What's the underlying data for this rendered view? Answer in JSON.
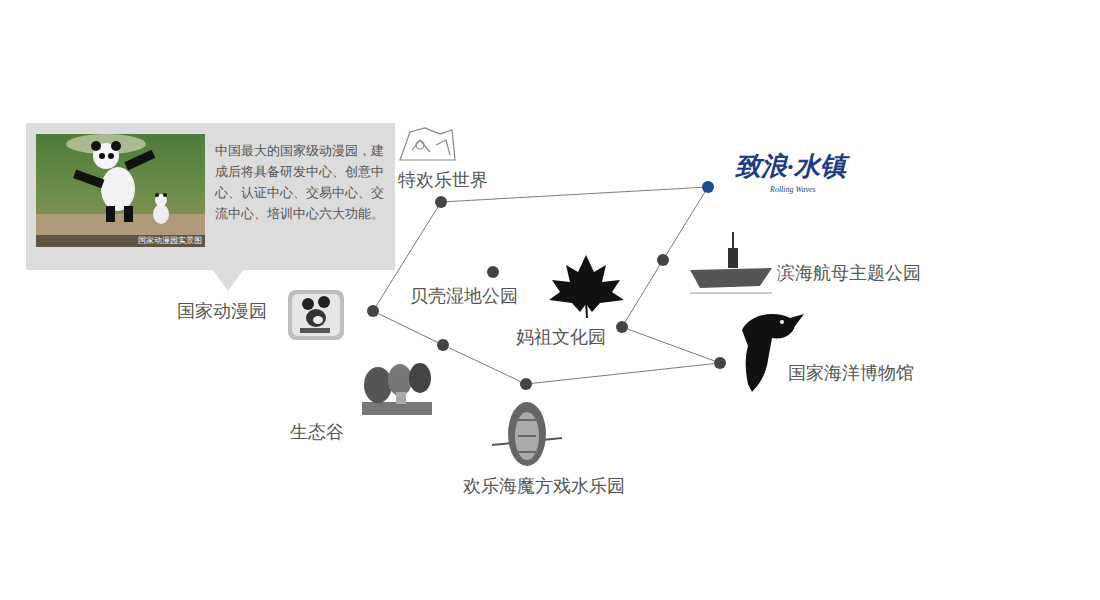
{
  "diagram": {
    "nodes": [
      {
        "text": [
          "中国最大的国家级动漫园，建成后将具备研发中心、创意中心、认证中心、交易中心、交流中心、培训中心六大功能。"
        ]
      },
      {
        "text": [
          "特欢乐世界"
        ]
      },
      {
        "text": [
          "致浪·水镇",
          "Rolling Waves"
        ]
      },
      {
        "text": [
          "滨海航母主题公园"
        ]
      },
      {
        "text": [
          "贝壳湿地公园"
        ]
      },
      {
        "text": [
          "国家动漫园"
        ]
      },
      {
        "text": [
          "妈祖文化园"
        ]
      },
      {
        "text": [
          "国家海洋博物馆"
        ]
      },
      {
        "text": [
          "生态谷"
        ]
      },
      {
        "text": [
          "欢乐海魔方戏水乐园"
        ]
      }
    ],
    "edges": [
      {
        "from": 1,
        "to": 2,
        "arrow": "none"
      },
      {
        "from": 1,
        "to": 5,
        "arrow": "none"
      },
      {
        "from": 5,
        "to": 8,
        "arrow": "none"
      },
      {
        "from": 8,
        "to": 9,
        "arrow": "none"
      },
      {
        "from": 9,
        "to": 7,
        "arrow": "none"
      },
      {
        "from": 7,
        "to": 6,
        "arrow": "none"
      },
      {
        "from": 6,
        "to": 3,
        "arrow": "none"
      },
      {
        "from": 3,
        "to": 2,
        "arrow": "none"
      }
    ],
    "labels": [
      "国家动漫园实景图"
    ]
  }
}
